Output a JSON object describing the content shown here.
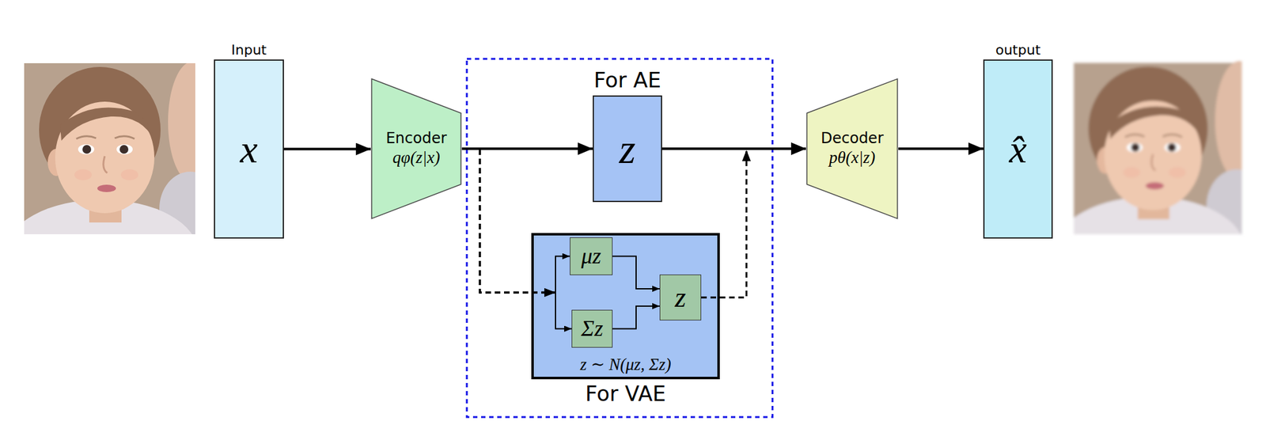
{
  "diagram": {
    "nodes": [
      {
        "text": [
          "Input",
          "x"
        ]
      },
      {
        "text": [
          "Encoder",
          "qφ(z|x)"
        ]
      },
      {
        "text": [
          "For AE",
          "z"
        ]
      },
      {
        "text": [
          "For VAE",
          "z ∼ N(μz, Σz)"
        ]
      },
      {
        "text": [
          "μz"
        ],
        "in": 3
      },
      {
        "text": [
          "Σz"
        ],
        "in": 3
      },
      {
        "text": [
          "z"
        ],
        "in": 3
      },
      {
        "text": [
          "Decoder",
          "pθ(x|z)"
        ]
      },
      {
        "text": [
          "output",
          "x̂"
        ]
      }
    ],
    "edges": [
      {
        "from": 0,
        "to": 1,
        "arrow": "to"
      },
      {
        "from": 1,
        "to": 2,
        "arrow": "to"
      },
      {
        "from": 2,
        "to": 7,
        "arrow": "to"
      },
      {
        "from": 7,
        "to": 8,
        "arrow": "to"
      },
      {
        "from": 1,
        "to": 4,
        "arrow": "to"
      },
      {
        "from": 1,
        "to": 5,
        "arrow": "to"
      },
      {
        "from": 4,
        "to": 6,
        "arrow": "to"
      },
      {
        "from": 5,
        "to": 6,
        "arrow": "to"
      },
      {
        "from": 6,
        "to": 7,
        "arrow": "to"
      }
    ]
  }
}
